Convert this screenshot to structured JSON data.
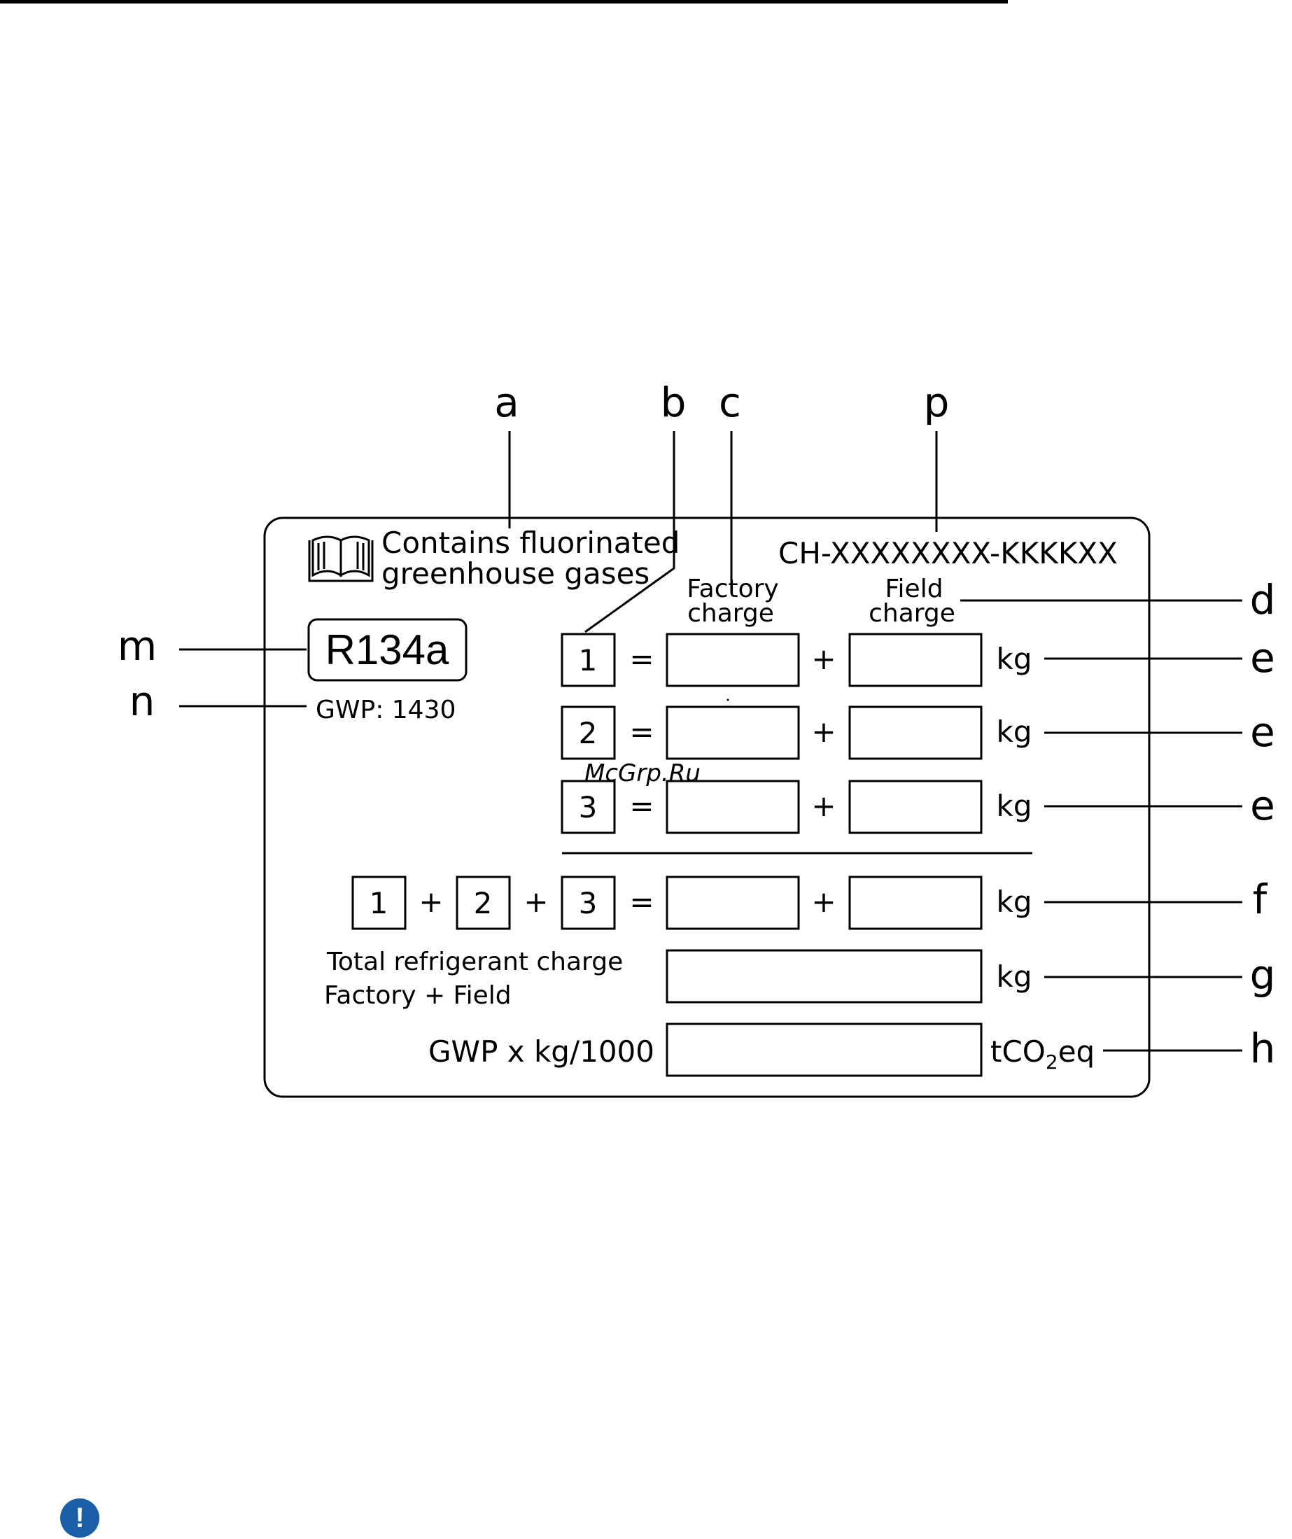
{
  "callouts": {
    "a": "a",
    "b": "b",
    "c": "c",
    "p": "p",
    "d": "d",
    "e1": "e",
    "e2": "e",
    "e3": "e",
    "f": "f",
    "g": "g",
    "h": "h",
    "m": "m",
    "n": "n"
  },
  "label": {
    "contains_line1": "Contains fluorinated",
    "contains_line2": "greenhouse gases",
    "serial": "CH-XXXXXXXX-KKKKXX",
    "factory_line1": "Factory",
    "factory_line2": "charge",
    "field_line1": "Field",
    "field_line2": "charge",
    "refrigerant": "R134a",
    "gwp": "GWP: 1430",
    "rows": [
      {
        "num": "1",
        "eq": "=",
        "plus": "+",
        "unit": "kg"
      },
      {
        "num": "2",
        "eq": "=",
        "plus": "+",
        "unit": "kg"
      },
      {
        "num": "3",
        "eq": "=",
        "plus": "+",
        "unit": "kg"
      }
    ],
    "sum": {
      "n1": "1",
      "plus1": "+",
      "n2": "2",
      "plus2": "+",
      "n3": "3",
      "eq": "=",
      "plus": "+",
      "unit": "kg"
    },
    "total_line1": "Total refrigerant charge",
    "total_line2": "Factory + Field",
    "total_unit": "kg",
    "gwp_formula": "GWP x kg/1000",
    "co2_unit_t": "tCO",
    "co2_unit_sub": "2",
    "co2_unit_eq": "eq"
  },
  "watermark": "McGrp.Ru",
  "icons": {
    "manual": "book-icon",
    "notice": "exclamation-icon"
  },
  "colors": {
    "notice": "#1b5fa8",
    "watermark": "#d42020"
  }
}
